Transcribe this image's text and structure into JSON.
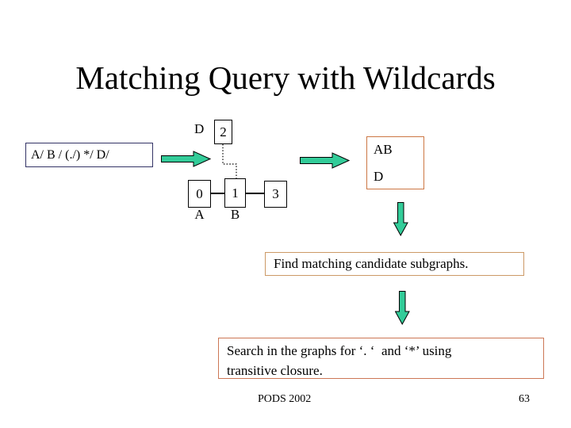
{
  "slide": {
    "title": "Matching Query with Wildcards",
    "query_box": {
      "text": "A/ B / (./) */ D/"
    },
    "query_tree": {
      "node2_edge_label": "D",
      "node2": "2",
      "node0": "0",
      "node0_label": "A",
      "node1": "1",
      "node1_label": "B",
      "node3": "3"
    },
    "result_box": {
      "line1": "AB",
      "line2": "D"
    },
    "find_box": {
      "text": "Find matching candidate subgraphs."
    },
    "search_box": {
      "line1": "Search in the graphs for ‘. ‘  and ‘*’ using",
      "line2": "transitive closure."
    },
    "footer": {
      "conference": "PODS 2002",
      "page_number": "63"
    }
  },
  "icons": {
    "arrow_right": "solid block arrow pointing right",
    "arrow_down": "solid block arrow pointing down"
  },
  "colors": {
    "arrow_fill": "#33cc99",
    "arrow_outline": "#000000",
    "query_box_border": "#333366",
    "node_border": "#000000",
    "result_box_border": "#cc7744",
    "find_box_border": "#cc9966",
    "search_box_border": "#cc7755",
    "text": "#000000",
    "background": "#ffffff"
  }
}
